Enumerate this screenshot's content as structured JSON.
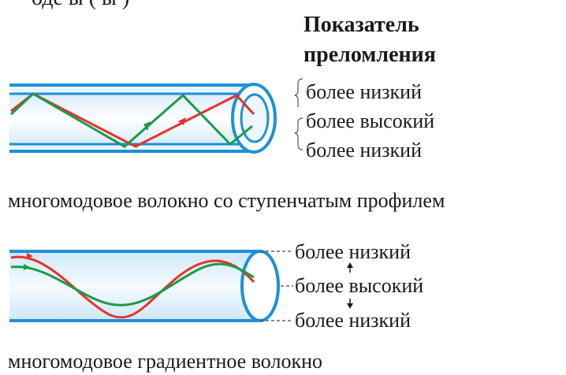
{
  "top_cut_text": "оде  ы   (   ы  )",
  "header": {
    "line1": "Показатель",
    "line2": "преломления"
  },
  "step_index": {
    "labels": [
      "более низкий",
      "более высокий",
      "более низкий"
    ],
    "caption": "многомодовое волокно со ступенчатым профилем"
  },
  "graded_index": {
    "labels": [
      "более низкий",
      "более высокий",
      "более низкий"
    ],
    "caption": "многомодовое градиентное волокно"
  },
  "colors": {
    "cladding": "#1e90d8",
    "core_light": "#e6f3fb",
    "ray_red": "#e8312a",
    "ray_green": "#1a9a4a",
    "text": "#1a1a1a"
  }
}
